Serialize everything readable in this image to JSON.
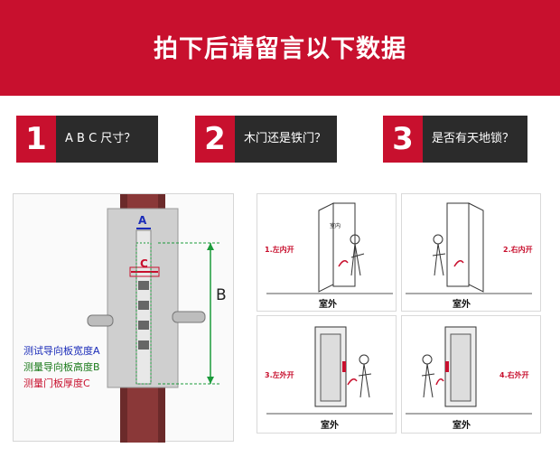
{
  "banner": {
    "title": "拍下后请留言以下数据"
  },
  "steps": [
    {
      "number": "1",
      "label": "A B C 尺寸？"
    },
    {
      "number": "2",
      "label": "木门还是铁门？"
    },
    {
      "number": "3",
      "label": "是否有天地锁？"
    }
  ],
  "lock_diagram": {
    "marker_a": "A",
    "marker_b": "B",
    "marker_c": "C",
    "legend": [
      {
        "text": "测试导向板宽度A",
        "color": "#1a2bb8"
      },
      {
        "text": "测量导向板高度B",
        "color": "#1a7a1a"
      },
      {
        "text": "测量门板厚度C",
        "color": "#c8102e"
      }
    ]
  },
  "door_types": [
    {
      "caption": "1.左内开",
      "room_label": "室内",
      "outside_label": "室外"
    },
    {
      "caption": "2.右内开",
      "outside_label": "室外"
    },
    {
      "caption": "3.左外开",
      "outside_label": "室外"
    },
    {
      "caption": "4.右外开",
      "outside_label": "室外"
    }
  ],
  "colors": {
    "accent": "#c8102e",
    "dark": "#2b2b2b",
    "dimension": "#1a9a3a",
    "door_brown": "#6b2a2a"
  }
}
